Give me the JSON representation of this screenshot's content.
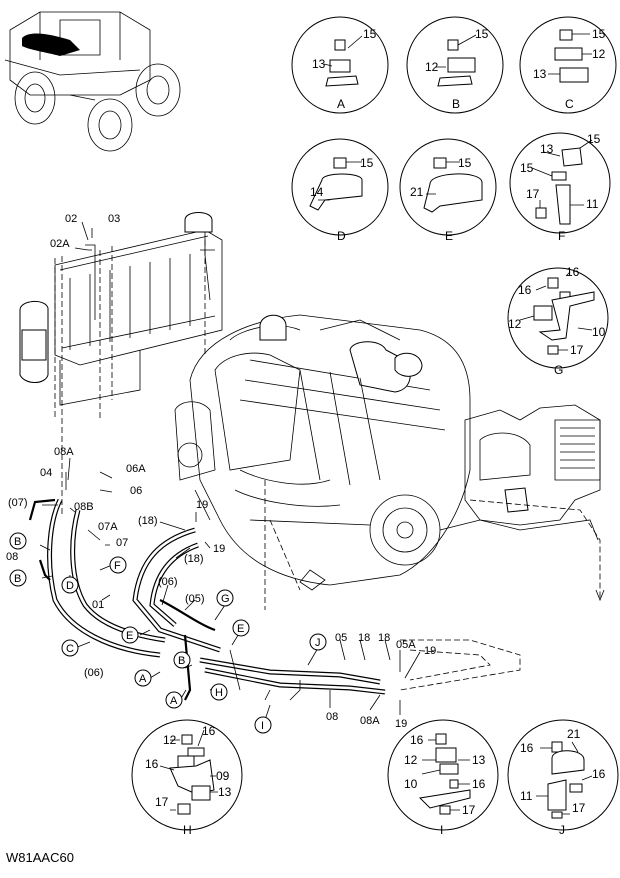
{
  "diagram_code": "W81AAC60",
  "details": [
    {
      "id": "A",
      "labels": [
        "15",
        "13"
      ]
    },
    {
      "id": "B",
      "labels": [
        "15",
        "12"
      ]
    },
    {
      "id": "C",
      "labels": [
        "15",
        "12",
        "13"
      ]
    },
    {
      "id": "D",
      "labels": [
        "15",
        "14"
      ]
    },
    {
      "id": "E",
      "labels": [
        "15",
        "21"
      ]
    },
    {
      "id": "F",
      "labels": [
        "15",
        "13",
        "15",
        "17",
        "11"
      ]
    },
    {
      "id": "G",
      "labels": [
        "16",
        "16",
        "12",
        "10",
        "17"
      ]
    },
    {
      "id": "H",
      "labels": [
        "12",
        "16",
        "16",
        "09",
        "17",
        "13"
      ]
    },
    {
      "id": "I",
      "labels": [
        "16",
        "12",
        "13",
        "10",
        "16",
        "17"
      ]
    },
    {
      "id": "J",
      "labels": [
        "21",
        "16",
        "16",
        "11",
        "17"
      ]
    }
  ],
  "callouts": {
    "c02": "02",
    "c03": "03",
    "c02A": "02A",
    "c08A": "08A",
    "c04": "04",
    "c06A": "06A",
    "c06": "06",
    "c07": "(07)",
    "c08B": "08B",
    "c07A": "07A",
    "c07b": "07",
    "c08": "08",
    "c18a": "(18)",
    "c18b": "(18)",
    "c19a": "19",
    "c19b": "19",
    "c06p": "(06)",
    "c05p": "(05)",
    "c01": "01",
    "c06c": "(06)",
    "c05": "05",
    "c18": "18",
    "c18c": "18",
    "c05A": "05A",
    "c19c": "19",
    "c08Ab": "08A",
    "c19d": "19"
  },
  "bubbles": {
    "bB": "B",
    "bB2": "B",
    "bD": "D",
    "bF": "F",
    "bG": "G",
    "bE": "E",
    "bE2": "E",
    "bC": "C",
    "bA": "A",
    "bB3": "B",
    "bA2": "A",
    "bH": "H",
    "bJ": "J",
    "bI": "I"
  }
}
